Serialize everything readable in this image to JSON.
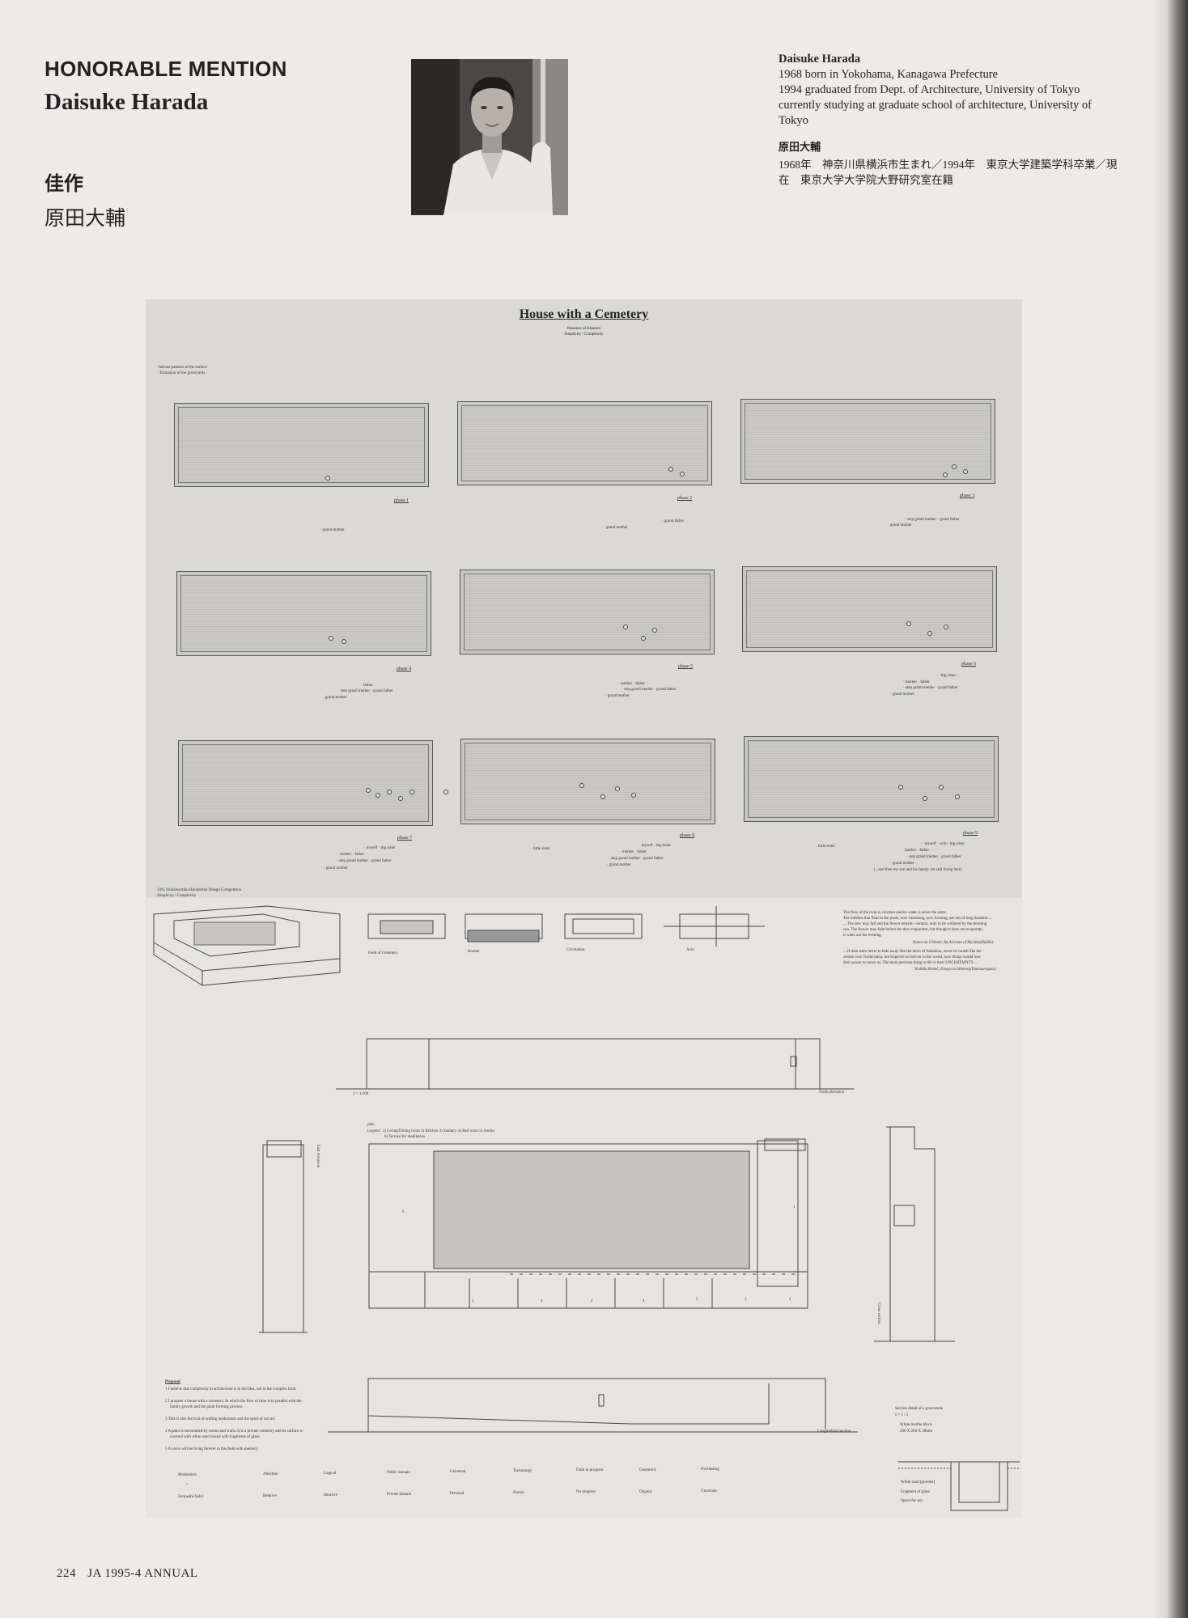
{
  "header": {
    "category": "HONORABLE MENTION",
    "architect_name": "Daisuke Harada",
    "category_jp": "佳作",
    "architect_name_jp": "原田大輔"
  },
  "bio": {
    "name": "Daisuke Harada",
    "lines": [
      "1968   born in Yokohama, Kanagawa Prefecture",
      "1994   graduated from Dept. of Architecture, University of Tokyo",
      "currently studying at graduate school of architecture, University of",
      "Tokyo"
    ],
    "name_jp": "原田大輔",
    "lines_jp": [
      "1968年　神奈川県横浜市生まれ／1994年　東京大学建築学科卒業／現",
      "在　東京大学大学院大野研究室在籍"
    ]
  },
  "board": {
    "title": "House with a Cemetery",
    "subtitle_1": "Presence of Absence",
    "subtitle_2": "Simplicity / Complexity",
    "intro_note_1": "Various patterns of the surface",
    "intro_note_2": "/ formation of the graveyards",
    "phases": [
      {
        "label": "phase 1",
        "notes": [
          "· grand mother"
        ]
      },
      {
        "label": "phase 2",
        "notes": [
          "· grand father",
          "· grand mother"
        ]
      },
      {
        "label": "phase 3",
        "notes": [
          "· step grand mother  · grand father",
          "· grand mother"
        ]
      },
      {
        "label": "phase 4",
        "notes": [
          "· father",
          "· step grand mother  · grand father",
          "· grand mother"
        ]
      },
      {
        "label": "phase 5",
        "notes": [
          "· mother  · father",
          "· step grand mother  · grand father",
          "· grand mother"
        ]
      },
      {
        "label": "phase 6",
        "notes": [
          "· big sister",
          "· mother  · father",
          "· step grand mother  · grand father",
          "· grand mother"
        ]
      },
      {
        "label": "phase 7",
        "notes": [
          "· myself  · big sister",
          "mother  · father",
          "· step grand mother  · grand father",
          "· grand mother"
        ]
      },
      {
        "label": "phase 8",
        "notes": [
          "· myself  · big sister",
          "· mother  · father",
          "· step grand mother  · grand father",
          "· grand mother"
        ]
      },
      {
        "label": "phase 9",
        "notes": [
          "· myself  · wife  · big sister",
          "mother  · father",
          "· step grand mother  · grand father",
          "· grand mother",
          "(...and then my son and his family are still living here)"
        ]
      }
    ],
    "little_sister_1": "· little sister",
    "little_sister_2": "· little sister",
    "competition": "1995 Shinkenchiku Residential Design Competition",
    "competition_theme": "Simplicity / Complexity",
    "diagram_labels": [
      "Field of Cemetery",
      "Rooms",
      "Circulation",
      "Axis"
    ],
    "quote_lines": [
      "The flow of the river is constant and its water is never the same.",
      "The bubbles that float in the pools, now vanishing, now forming, are not of long duration....",
      "....The dew may fall and the flower remain—remain, only to be withered by the morning",
      "sun. The flower may fade before the dew evaporates, but though it does not evaporate,",
      "it waits not the evening.",
      "Kamo-no Chōmei, An Account of My Hut(Hōjōki)",
      "....If man were never to fade away like the dews of Adashino, never to vanish like the",
      "smoke over Toribeyama, but lingered on forever in the world, how things would lose",
      "their power to move us. The most precious thing in life is their UNCERTAINTY....",
      "Yoshida Kenkō, Essays in Idleness(Tsurezuregusa)"
    ],
    "scale": "1 = 1/100",
    "north_elevation": "North elevation",
    "east_elevation": "East elevation",
    "cross_section": "Cross section",
    "plan_label": "plan",
    "legend_1": "Legend : 1) Living/Dining room 2) Kitchen 3) Sanitary 4) Bed room 5) Studio",
    "legend_2": "6) Terrace for meditation",
    "plan_numbers": [
      "6",
      "1",
      "2",
      "4",
      "4",
      "4",
      "5",
      "3",
      "2"
    ],
    "proposal_title": "Proposal",
    "proposal_lines": [
      "1 I believe that complexity in architecture is in the Idea, not in the complex form.",
      "2 I propose a house with a cemetery. In which the flow of time is in parallel with the",
      "family growth and the plant forming process.",
      "3 This is also the trial of unifing modernism and the spirit of zen art.",
      "4 A patio is surrounded by rooms and walls. It is a private cemetery and its surface is",
      "covered with white sand mixed with fragments of glass.",
      "5 A voice will be living forever in this field with memory."
    ],
    "longitudinal_section": "Longitudinal section",
    "section_detail": [
      "Section detail of a gravestone",
      "s = 1 : 5",
      "White marble block",
      "200 X 200 X 30mm"
    ],
    "section_detail_bottom": [
      "White sand (powder)",
      "Fragment of glass",
      "Space for ash"
    ],
    "oppositions_top": [
      "Modernism",
      "Absolute",
      "Logical",
      "Public domain",
      "Universal",
      "Technology",
      "Faith in progress",
      "Geometric",
      "Everlasting"
    ],
    "opposition_plus": "+",
    "oppositions_bottom": [
      "Zen(wabi-Sabi)",
      "Relative",
      "Intuitive",
      "Private domain",
      "Personal",
      "Nature",
      "No progress",
      "Organic",
      "Uncertain"
    ]
  },
  "footer": {
    "page_number": "224",
    "publication": "JA  1995-4  ANNUAL"
  }
}
